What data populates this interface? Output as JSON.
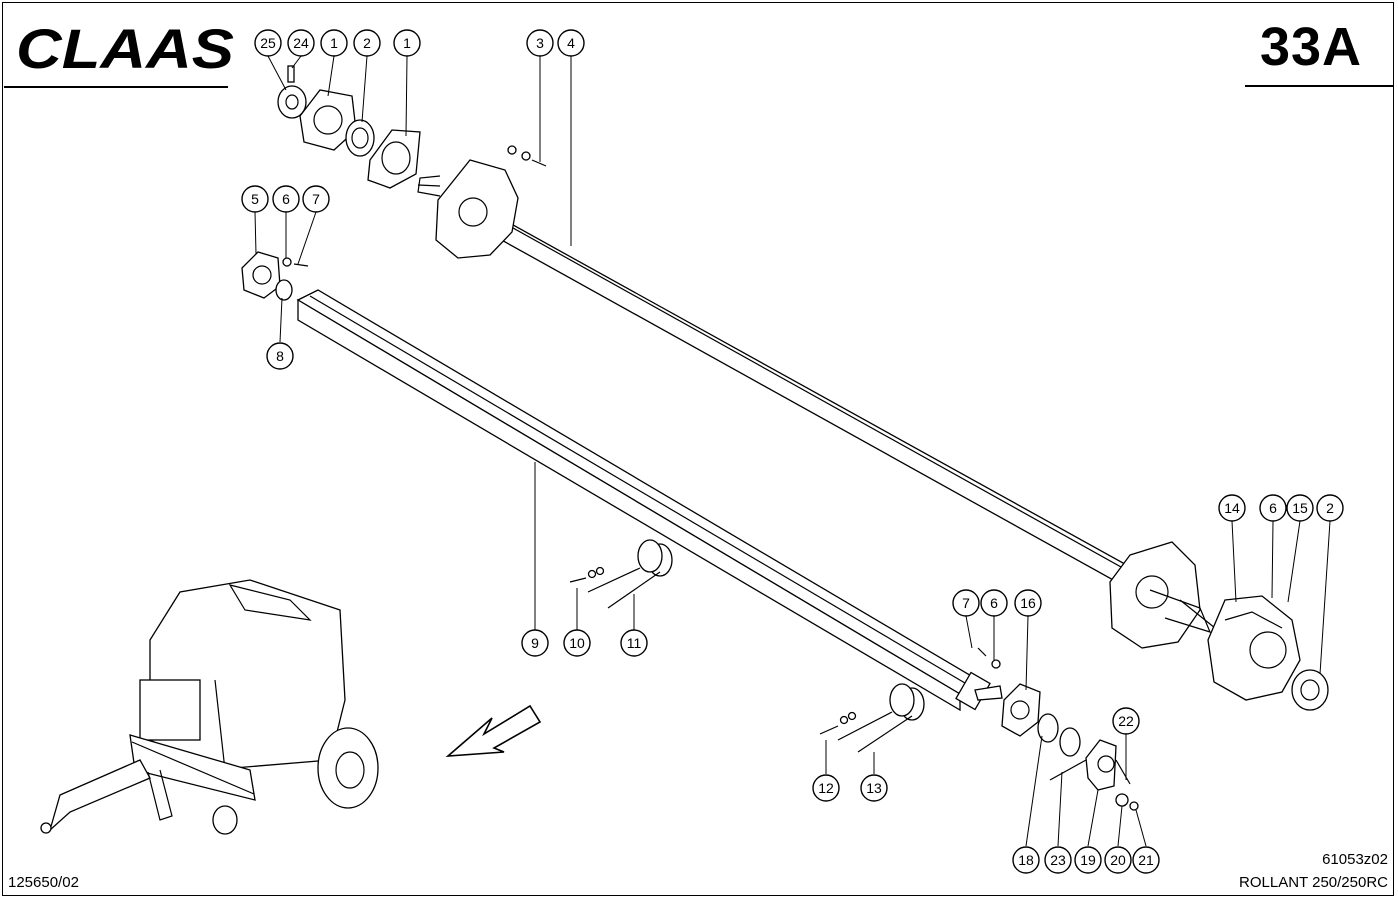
{
  "header": {
    "brand": "CLAAS",
    "page_number": "33A"
  },
  "footer": {
    "doc_number": "125650/02",
    "drawing_code": "61053z02",
    "model": "ROLLANT 250/250RC"
  },
  "callouts": [
    {
      "id": "c25a",
      "label": "25"
    },
    {
      "id": "c24a",
      "label": "24"
    },
    {
      "id": "c1a",
      "label": "1"
    },
    {
      "id": "c2a",
      "label": "2"
    },
    {
      "id": "c1b",
      "label": "1"
    },
    {
      "id": "c3a",
      "label": "3"
    },
    {
      "id": "c4a",
      "label": "4"
    },
    {
      "id": "c5a",
      "label": "5"
    },
    {
      "id": "c6a",
      "label": "6"
    },
    {
      "id": "c7a",
      "label": "7"
    },
    {
      "id": "c8a",
      "label": "8"
    },
    {
      "id": "c9a",
      "label": "9"
    },
    {
      "id": "c10a",
      "label": "10"
    },
    {
      "id": "c11a",
      "label": "11"
    },
    {
      "id": "c14a",
      "label": "14"
    },
    {
      "id": "c6b",
      "label": "6"
    },
    {
      "id": "c15a",
      "label": "15"
    },
    {
      "id": "c2b",
      "label": "2"
    },
    {
      "id": "c7b",
      "label": "7"
    },
    {
      "id": "c6c",
      "label": "6"
    },
    {
      "id": "c16a",
      "label": "16"
    },
    {
      "id": "c22a",
      "label": "22"
    },
    {
      "id": "c12a",
      "label": "12"
    },
    {
      "id": "c13a",
      "label": "13"
    },
    {
      "id": "c18a",
      "label": "18"
    },
    {
      "id": "c23a",
      "label": "23"
    },
    {
      "id": "c19a",
      "label": "19"
    },
    {
      "id": "c20a",
      "label": "20"
    },
    {
      "id": "c21a",
      "label": "21"
    }
  ]
}
